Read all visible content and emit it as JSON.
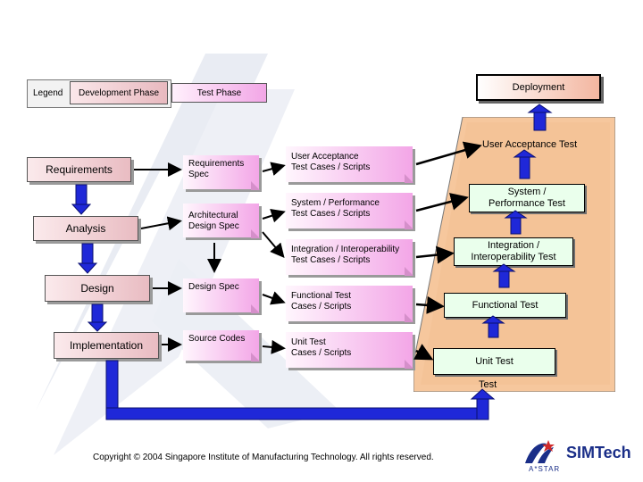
{
  "legend": {
    "label": "Legend",
    "development_phase": "Development Phase",
    "test_phase": "Test Phase"
  },
  "deployment": "Deployment",
  "development": {
    "requirements": "Requirements",
    "analysis": "Analysis",
    "design": "Design",
    "implementation": "Implementation"
  },
  "documents": {
    "requirements_spec": [
      "Requirements",
      "Spec"
    ],
    "architectural_design_spec": [
      "Architectural",
      "Design Spec"
    ],
    "design_spec": "Design Spec",
    "source_codes": "Source Codes"
  },
  "test_docs": {
    "uat_cases": [
      "User Acceptance",
      "Test Cases / Scripts"
    ],
    "system_cases": [
      "System / Performance",
      "Test Cases / Scripts"
    ],
    "integration_cases": [
      "Integration / Interoperability",
      "Test Cases / Scripts"
    ],
    "functional_cases": [
      "Functional Test",
      "Cases / Scripts"
    ],
    "unit_cases": [
      "Unit Test",
      "Cases / Scripts"
    ]
  },
  "tests": {
    "user_acceptance": "User Acceptance Test",
    "system": [
      "System /",
      "Performance Test"
    ],
    "integration": [
      "Integration  /",
      "Interoperability Test"
    ],
    "functional": "Functional Test",
    "unit": "Unit Test",
    "test": "Test"
  },
  "copyright": "Copyright © 2004 Singapore Institute of Manufacturing Technology. All rights reserved.",
  "logo": {
    "name": "SIMTech",
    "sub": "A*STAR"
  },
  "colors": {
    "arrow_blue": "#1f28d8",
    "test_zone": "#f6c9a0",
    "test_box": "#eaffec"
  }
}
